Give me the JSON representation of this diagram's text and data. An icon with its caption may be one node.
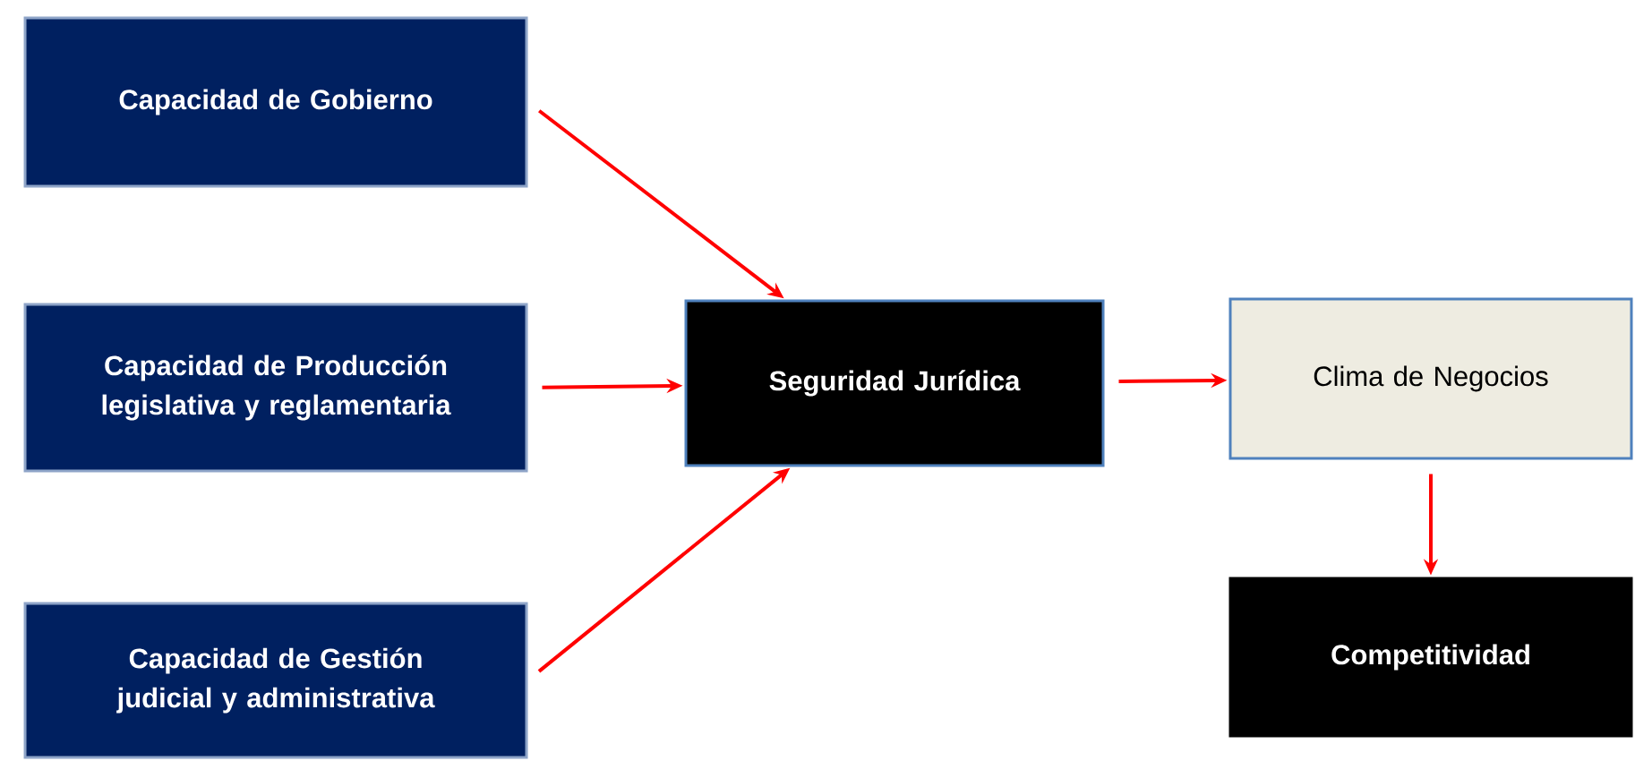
{
  "diagram": {
    "nodes": [
      {
        "text": [
          "Capacidad de Gobierno"
        ]
      },
      {
        "text": [
          "Capacidad de Producción legislativa y reglamentaria"
        ]
      },
      {
        "text": [
          "Capacidad de Gestión judicial y administrativa"
        ]
      },
      {
        "text": [
          "Seguridad Jurídica"
        ]
      },
      {
        "text": [
          "Clima de Negocios"
        ]
      },
      {
        "text": [
          "Competitividad"
        ]
      }
    ],
    "edges": [
      {
        "from": 0,
        "to": 3,
        "arrow": "to"
      },
      {
        "from": 1,
        "to": 3,
        "arrow": "to"
      },
      {
        "from": 2,
        "to": 3,
        "arrow": "to"
      },
      {
        "from": 3,
        "to": 4,
        "arrow": "to"
      },
      {
        "from": 4,
        "to": 5,
        "arrow": "to"
      }
    ]
  }
}
